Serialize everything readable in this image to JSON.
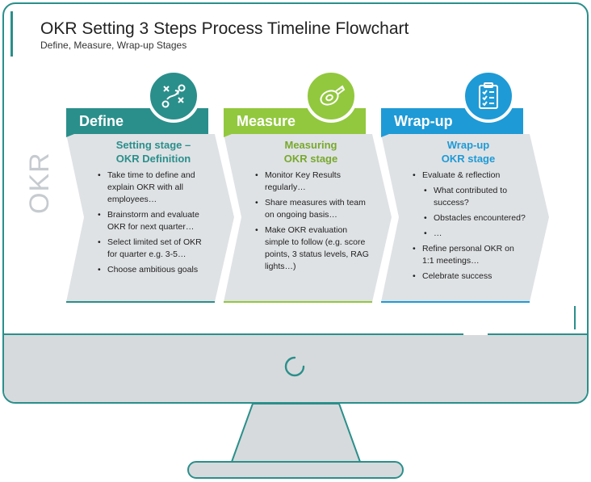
{
  "header": {
    "title": "OKR Setting 3 Steps Process Timeline Flowchart",
    "subtitle": "Define, Measure, Wrap-up Stages"
  },
  "side_label": "OKR",
  "colors": {
    "teal": "#2a8f8b",
    "green": "#92c83e",
    "blue": "#1e9ad6",
    "chevron": "#dfe2e5",
    "bezel": "#d7dadc"
  },
  "stages": [
    {
      "name": "Define",
      "icon": "strategy-play-icon",
      "title_line1": "Setting stage –",
      "title_line2": "OKR Definition",
      "bullets": [
        "Take time to define and explain OKR with all employees…",
        "Brainstorm and evaluate OKR for next quarter…",
        "Select limited set of OKR for quarter e.g. 3-5…",
        "Choose ambitious goals"
      ]
    },
    {
      "name": "Measure",
      "icon": "measuring-tape-icon",
      "title_line1": "Measuring",
      "title_line2": "OKR stage",
      "bullets": [
        "Monitor Key Results regularly…",
        "Share measures with team on ongoing basis…",
        "Make OKR evaluation simple to follow (e.g. score points, 3 status levels, RAG lights…)"
      ]
    },
    {
      "name": "Wrap-up",
      "icon": "checklist-clipboard-icon",
      "title_line1": "Wrap-up",
      "title_line2": "OKR stage",
      "bullets": [
        "Evaluate & reflection",
        "What contributed to success?",
        "Obstacles encountered?",
        "…",
        "Refine personal OKR on 1:1 meetings…",
        "Celebrate success"
      ]
    }
  ]
}
